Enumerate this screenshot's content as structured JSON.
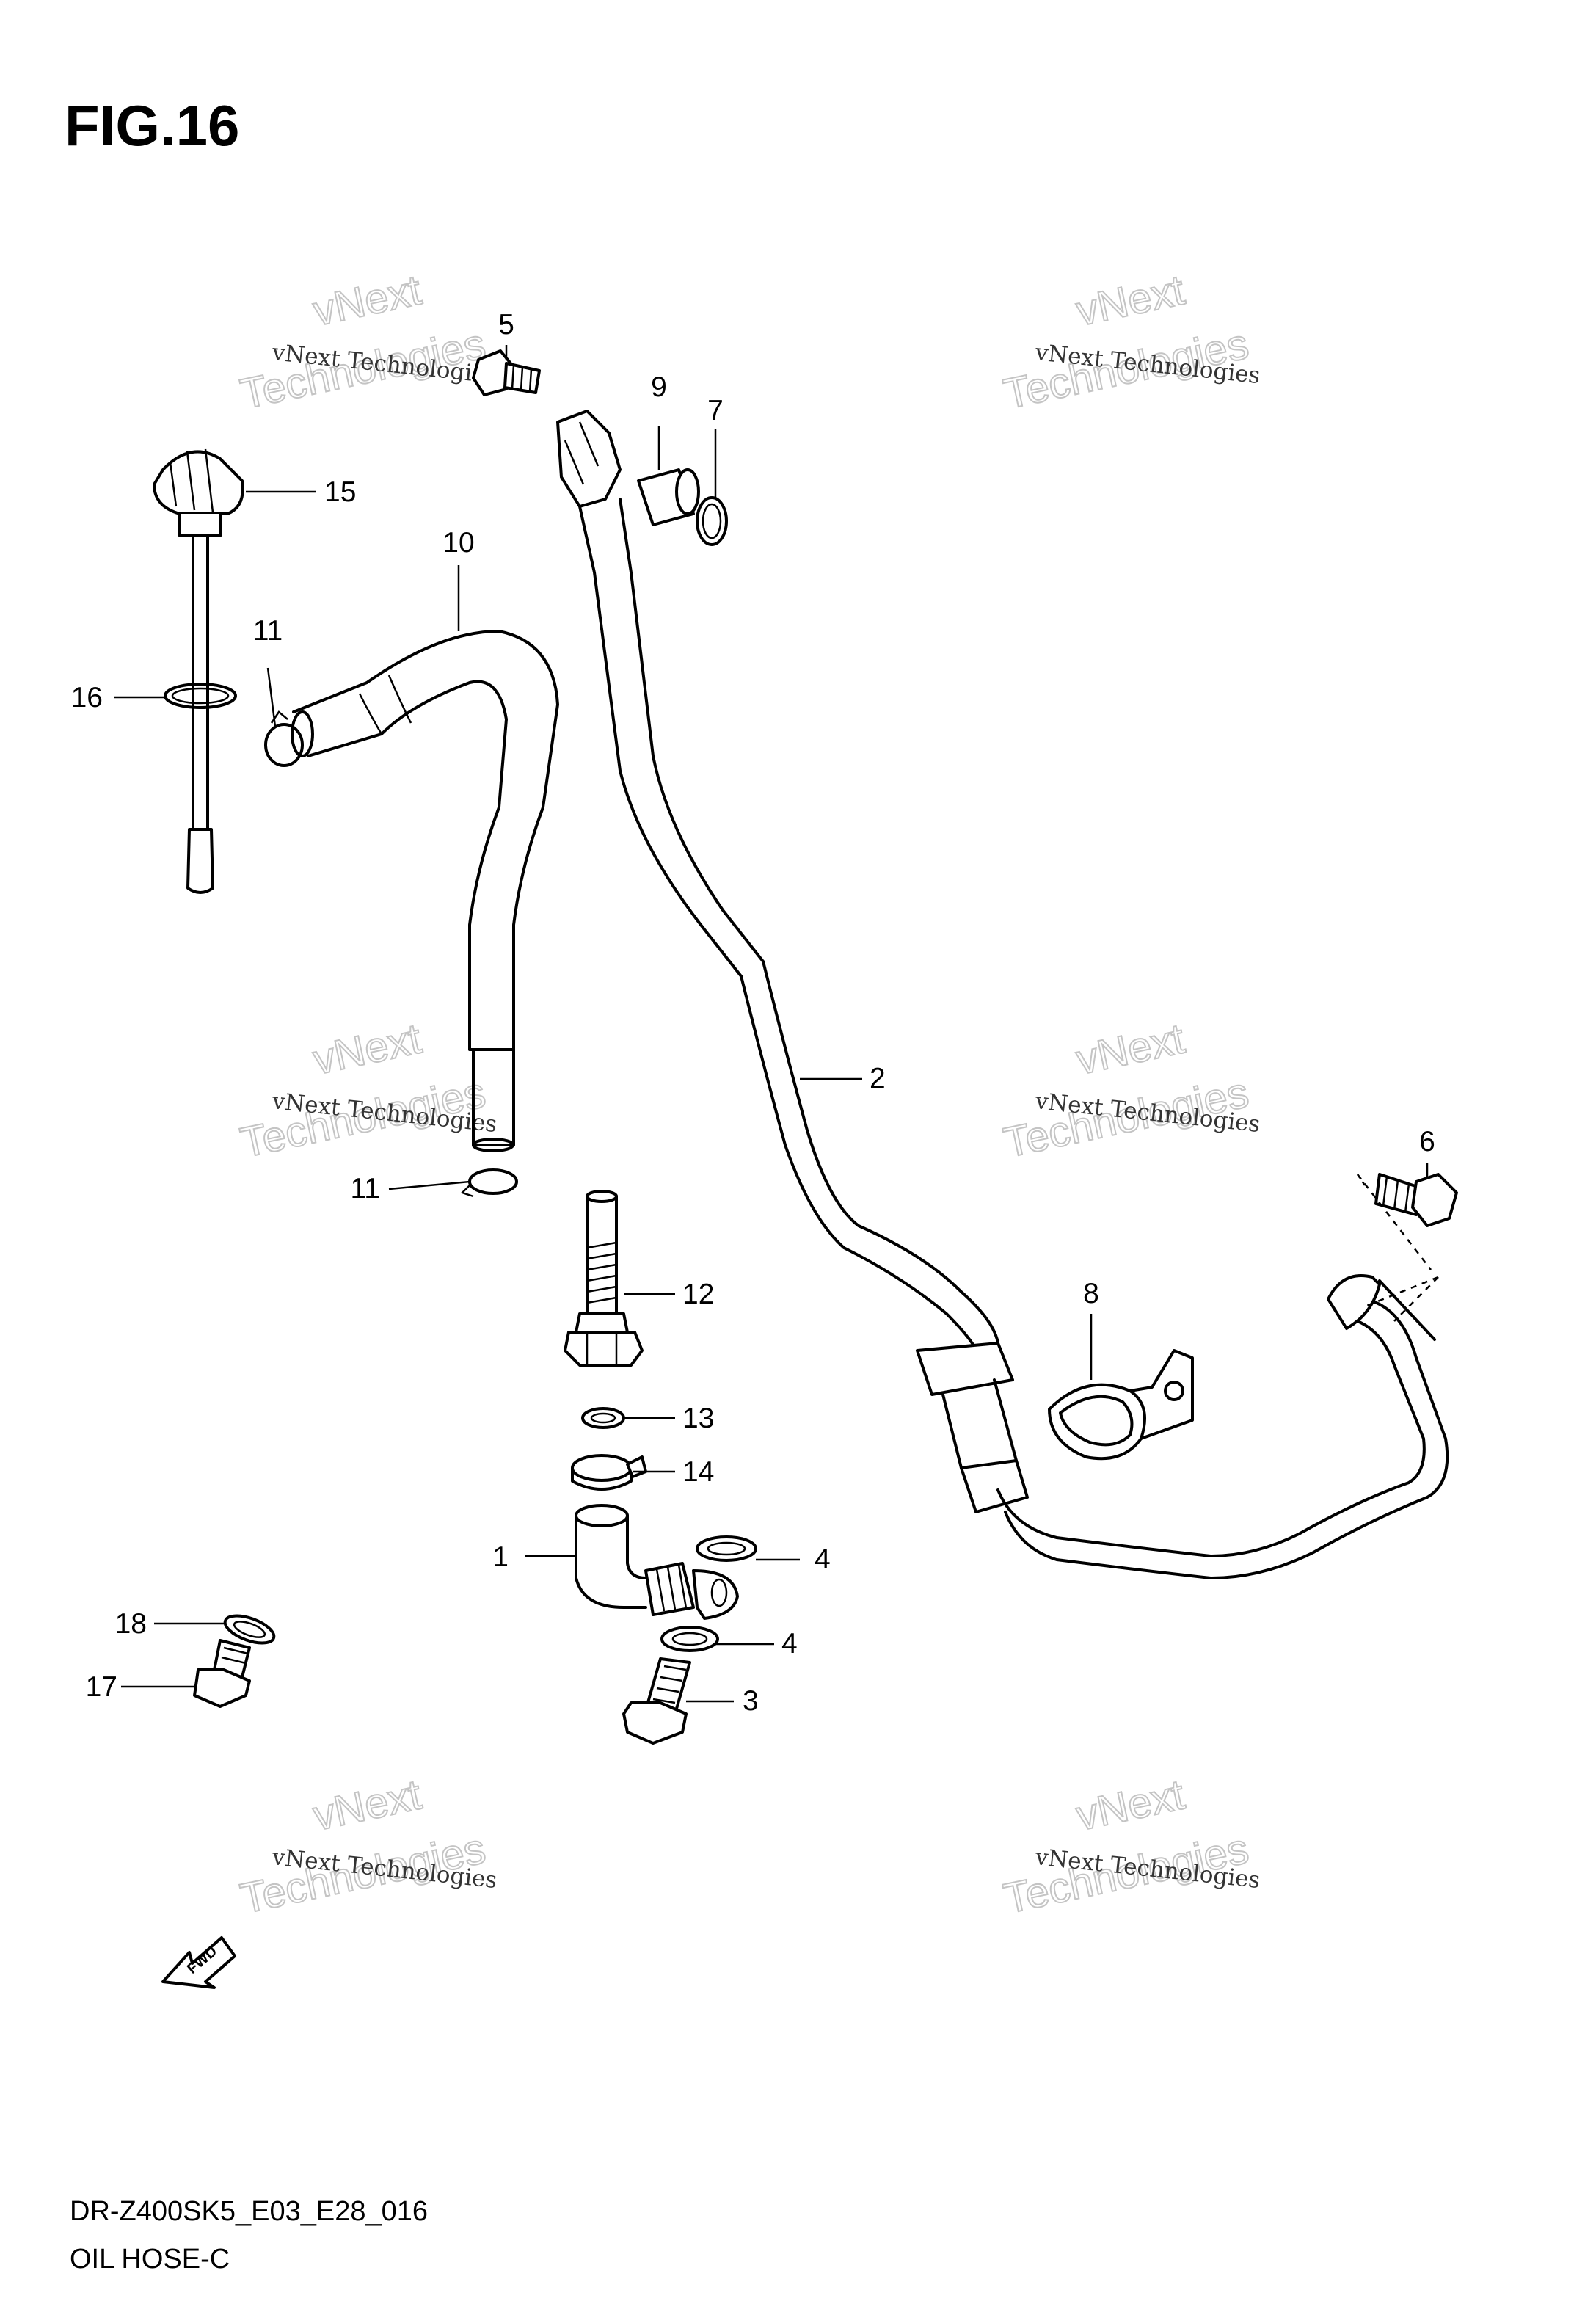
{
  "figure": {
    "title": "FIG.16",
    "model_code": "DR-Z400SK5_E03_E28_016",
    "section_name": "OIL HOSE-C",
    "fwd_label": "FWD"
  },
  "watermark": {
    "line1": "vNext Technologies",
    "line2": "vNext",
    "line3": "Technologies"
  },
  "callouts": [
    "1",
    "2",
    "3",
    "4",
    "4",
    "5",
    "6",
    "7",
    "8",
    "9",
    "10",
    "11",
    "11",
    "12",
    "13",
    "14",
    "15",
    "16",
    "17",
    "18"
  ]
}
